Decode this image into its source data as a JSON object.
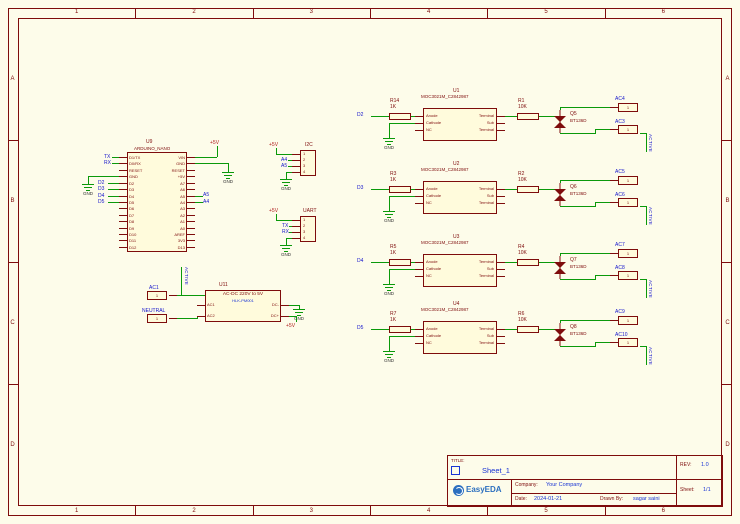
{
  "labels": {
    "gnd": "GND",
    "v5": "+5V"
  },
  "frame": {
    "cols": [
      "1",
      "2",
      "3",
      "4",
      "5",
      "6"
    ],
    "rows": [
      "A",
      "B",
      "C",
      "D"
    ]
  },
  "arduino": {
    "ref": "U9",
    "name": "ARDUINO_NANO",
    "left_pins": [
      "D1/TX",
      "D0/RX",
      "RESET",
      "GND",
      "D2",
      "D3",
      "D4",
      "D5",
      "D6",
      "D7",
      "D8",
      "D9",
      "D10",
      "D11",
      "D12"
    ],
    "right_pins": [
      "VIN",
      "GND",
      "RESET",
      "+5V",
      "A7",
      "A6",
      "A5",
      "A4",
      "A3",
      "A2",
      "A1",
      "A0",
      "AREF",
      "3V3",
      "D13"
    ],
    "flags": {
      "tx": "TX",
      "rx": "RX",
      "d2": "D2",
      "d3": "D3",
      "d4": "D4",
      "d5": "D5",
      "a5": "A5",
      "a4": "A4"
    }
  },
  "i2c": {
    "label": "I2C",
    "pins": [
      "1",
      "2",
      "3",
      "4"
    ],
    "a4": "A4",
    "a5": "A5"
  },
  "uart": {
    "label": "UART",
    "pins": [
      "1",
      "2",
      "3",
      "4"
    ],
    "tx": "TX",
    "rx": "RX"
  },
  "psu": {
    "ref": "U11",
    "title": "AC-DC 220V to 5V",
    "part": "HLK-PM001",
    "left_pins": [
      "AC1",
      "AC2"
    ],
    "right_pins": [
      "DC-",
      "DC+"
    ],
    "ac_in": "AC1",
    "neutral": "NEUTRAL",
    "active": "ACTIVE",
    "pin_text": "1"
  },
  "opto_pins": {
    "left": [
      "Anode",
      "Cathode",
      "NC"
    ],
    "right": [
      "Terminal",
      "Sub",
      "Terminal"
    ]
  },
  "channels": [
    {
      "input": "D2",
      "rin_ref": "R14",
      "rin_val": "1K",
      "opto_ref": "U1",
      "opto_name": "MOC3021M_C2842987",
      "rout_ref": "R1",
      "rout_val": "10K",
      "triac_ref": "Q5",
      "triac_val": "BT136D",
      "conn_top": "AC4",
      "conn_bottom": "AC3",
      "active": "ACTIVE",
      "pin_text": "1"
    },
    {
      "input": "D3",
      "rin_ref": "R3",
      "rin_val": "1K",
      "opto_ref": "U2",
      "opto_name": "MOC3021M_C2842987",
      "rout_ref": "R2",
      "rout_val": "10K",
      "triac_ref": "Q6",
      "triac_val": "BT136D",
      "conn_top": "AC5",
      "conn_bottom": "AC6",
      "active": "ACTIVE",
      "pin_text": "1"
    },
    {
      "input": "D4",
      "rin_ref": "R5",
      "rin_val": "1K",
      "opto_ref": "U3",
      "opto_name": "MOC3021M_C2842987",
      "rout_ref": "R4",
      "rout_val": "10K",
      "triac_ref": "Q7",
      "triac_val": "BT136D",
      "conn_top": "AC7",
      "conn_bottom": "AC8",
      "active": "ACTIVE",
      "pin_text": "1"
    },
    {
      "input": "D5",
      "rin_ref": "R7",
      "rin_val": "1K",
      "opto_ref": "U4",
      "opto_name": "MOC3021M_C2842987",
      "rout_ref": "R6",
      "rout_val": "10K",
      "triac_ref": "Q8",
      "triac_val": "BT136D",
      "conn_top": "AC9",
      "conn_bottom": "AC10",
      "active": "ACTIVE",
      "pin_text": "1"
    }
  ],
  "titleblock": {
    "title_label": "TITLE:",
    "title": "Sheet_1",
    "rev_label": "REV:",
    "rev": "1.0",
    "logo": "EasyEDA",
    "company_label": "Company:",
    "company": "Your Company",
    "sheet_label": "Sheet:",
    "sheet": "1/1",
    "date_label": "Date:",
    "date": "2024-01-21",
    "drawn_label": "Drawn By:",
    "drawn": "sagar saini"
  },
  "colors": {
    "wire": "#0a990a",
    "symbol_red": "#7E0C0C",
    "net_blue": "#1414cc",
    "canvas": "#FDFCEA",
    "part_fill": "#FFFBDC",
    "logo_blue": "#2C6FBF"
  }
}
